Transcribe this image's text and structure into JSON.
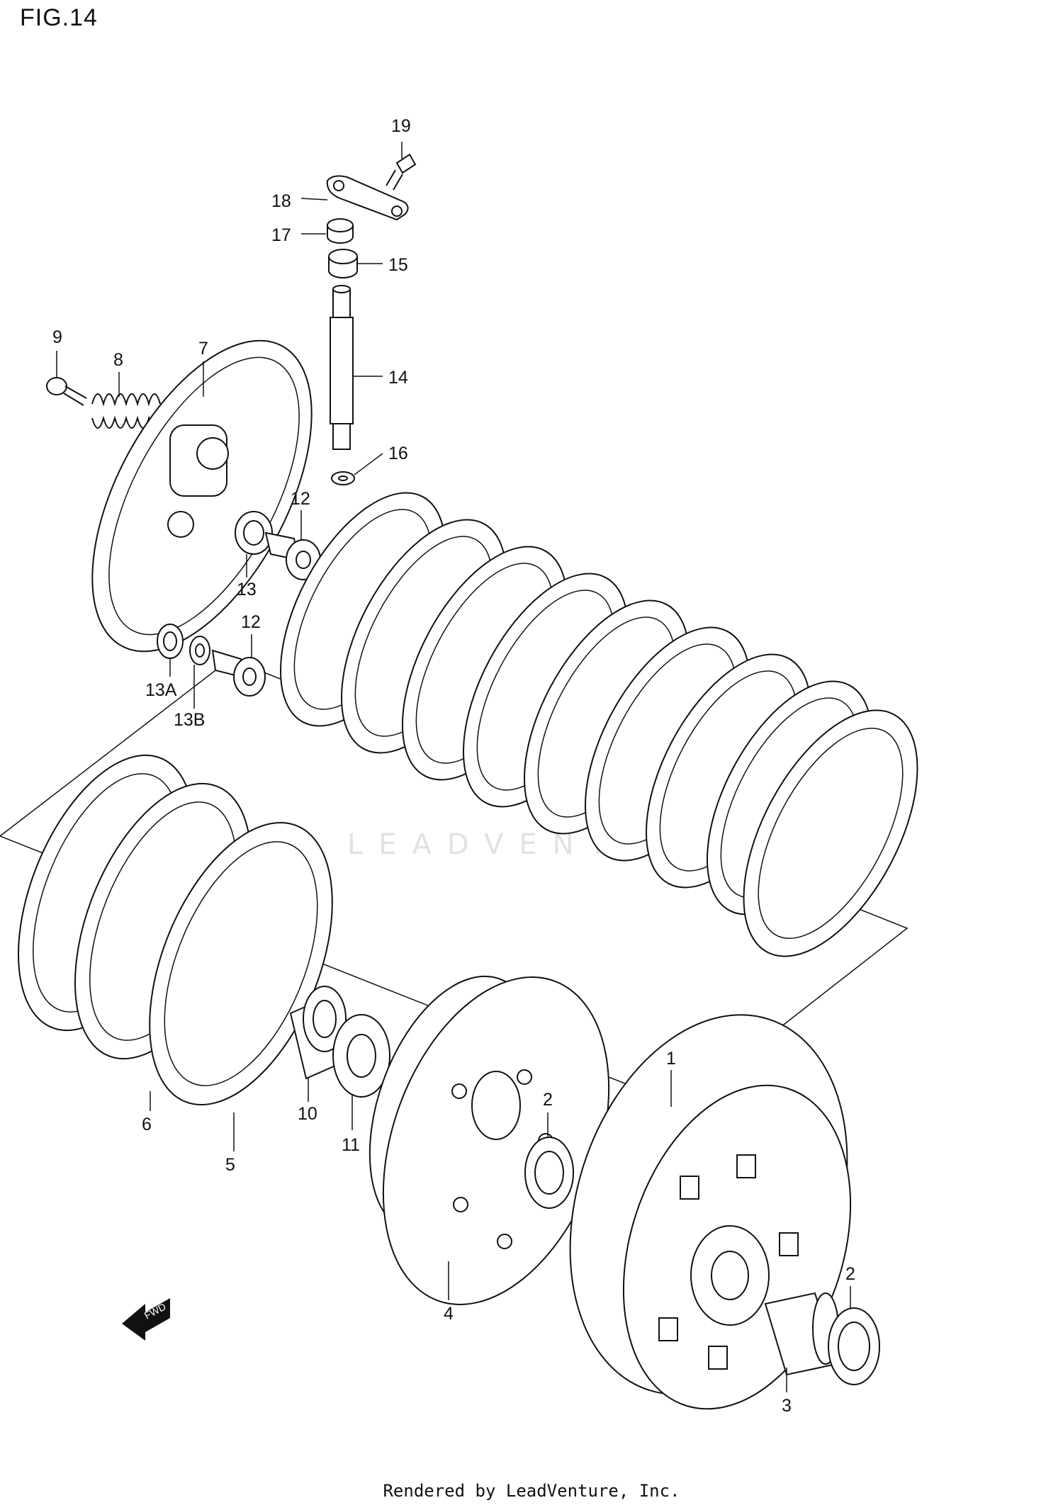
{
  "figure": {
    "title": "FIG.14"
  },
  "footer": {
    "credit": "Rendered by LeadVenture, Inc."
  },
  "watermark": {
    "text": "LEADVENTURE"
  },
  "fwd_arrow": {
    "label": "FWD"
  },
  "callouts": {
    "c1": "1",
    "c2a": "2",
    "c2b": "2",
    "c3": "3",
    "c4": "4",
    "c5": "5",
    "c6": "6",
    "c7": "7",
    "c8": "8",
    "c9": "9",
    "c10": "10",
    "c11": "11",
    "c12a": "12",
    "c12b": "12",
    "c13": "13",
    "c13a": "13A",
    "c13b": "13B",
    "c14": "14",
    "c15": "15",
    "c16": "16",
    "c17": "17",
    "c18": "18",
    "c19": "19"
  }
}
